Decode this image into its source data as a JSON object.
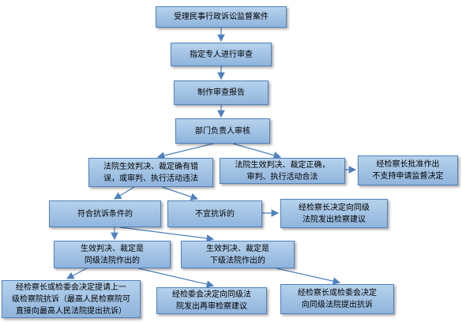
{
  "nodes": {
    "n1": "受理民事行政诉讼监督案件",
    "n2": "指定专人进行审查",
    "n3": "制作审查报告",
    "n4": "部门负责人审核",
    "n5": "法院生效判决、裁定确有错\n误，或审判、执行活动违法",
    "n6": "法院生效判决、裁定正确，\n审判、执行活动合法",
    "n7": "经检察长批准作出\n不支持申请监督决定",
    "n8": "符合抗诉条件的",
    "n9": "不宜抗诉的",
    "n10": "经检察长决定向同级\n法院发出检察建议",
    "n11": "生效判决、裁定是\n同级法院作出的",
    "n12": "生效判决、裁定是\n下级法院作出的",
    "n13": "经检察长或检委会决定提请上一\n级检察院抗诉（最高人民检察院可\n直接向最高人民法院提出抗诉）",
    "n14": "经检委会决定向同级法\n院发出再审检察建议",
    "n15": "经检察长或检委会决定\n向同级法院提出抗诉"
  },
  "colors": {
    "fill_top": "#b6d2ec",
    "fill_bottom": "#8fb4dc",
    "border": "#4f81bd",
    "arrow": "#4f81bd"
  }
}
